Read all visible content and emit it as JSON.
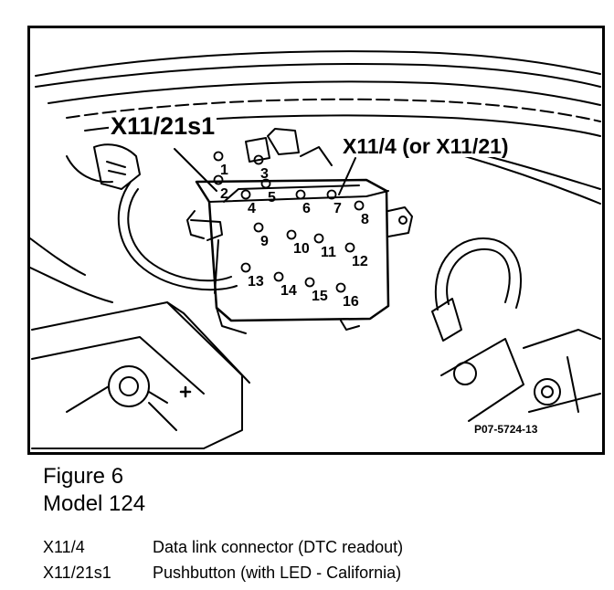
{
  "figure": {
    "callouts": {
      "pushbutton": "X11/21s1",
      "connector": "X11/4 (or X11/21)"
    },
    "figure_id": "P07-5724-13",
    "pins": [
      "1",
      "2",
      "3",
      "4",
      "5",
      "6",
      "7",
      "8",
      "9",
      "10",
      "11",
      "12",
      "13",
      "14",
      "15",
      "16"
    ]
  },
  "caption": {
    "figure_number": "Figure 6",
    "model": "Model 124"
  },
  "legend": {
    "items": [
      {
        "code": "X11/4",
        "description": "Data link connector (DTC readout)"
      },
      {
        "code": "X11/21s1",
        "description": "Pushbutton (with LED - California)"
      }
    ]
  }
}
